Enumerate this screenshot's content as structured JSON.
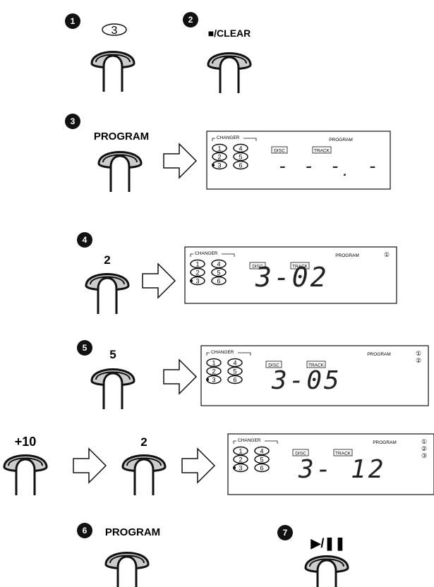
{
  "steps": [
    {
      "number": "1",
      "button_label": "3"
    },
    {
      "number": "2",
      "button_label": "■/CLEAR"
    },
    {
      "number": "3",
      "button_label": "PROGRAM"
    },
    {
      "number": "4",
      "button_label": "2"
    },
    {
      "number": "5",
      "button_label": "5"
    },
    {
      "number": "6",
      "button_label": "PROGRAM"
    },
    {
      "number": "7",
      "button_label": "▶/❚❚"
    }
  ],
  "extra_buttons": {
    "plus10": "+10",
    "two": "2"
  },
  "display_text": {
    "changer": "CHANGER",
    "disc": "DISC",
    "track": "TRACK",
    "program": "PROGRAM",
    "disc_numbers": [
      "1",
      "2",
      "3",
      "4",
      "5",
      "6"
    ]
  },
  "displays": [
    {
      "readout": "- - -̣ -",
      "program_numbers": []
    },
    {
      "readout": "3-02",
      "program_numbers": [
        "①"
      ]
    },
    {
      "readout": "3-05",
      "program_numbers": [
        "①",
        "②"
      ]
    },
    {
      "readout": "3- 12",
      "program_numbers": [
        "①",
        "②",
        "③"
      ]
    }
  ]
}
